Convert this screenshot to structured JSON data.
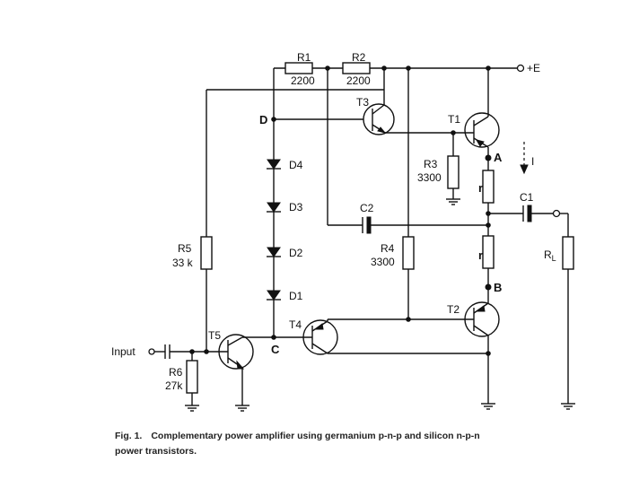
{
  "supply_label": "+E",
  "input_label": "Input",
  "current_label": "I",
  "components": {
    "R1": {
      "name": "R1",
      "value": "2200"
    },
    "R2": {
      "name": "R2",
      "value": "2200"
    },
    "R3": {
      "name": "R3",
      "value": "3300"
    },
    "R4": {
      "name": "R4",
      "value": "3300"
    },
    "R5": {
      "name": "R5",
      "value": "33 k"
    },
    "R6": {
      "name": "R6",
      "value": "27k"
    },
    "RL": {
      "name": "R",
      "sub": "L"
    },
    "r_top": "r",
    "r_bottom": "r",
    "C1": "C1",
    "C2": "C2",
    "D1": "D1",
    "D2": "D2",
    "D3": "D3",
    "D4": "D4",
    "T1": "T1",
    "T2": "T2",
    "T3": "T3",
    "T4": "T4",
    "T5": "T5"
  },
  "nodes": {
    "A": "A",
    "B": "B",
    "C": "C",
    "D": "D"
  },
  "caption": {
    "fig": "Fig. 1.",
    "text": "Complementary power amplifier using germanium p-n-p and silicon n-p-n power transistors."
  }
}
